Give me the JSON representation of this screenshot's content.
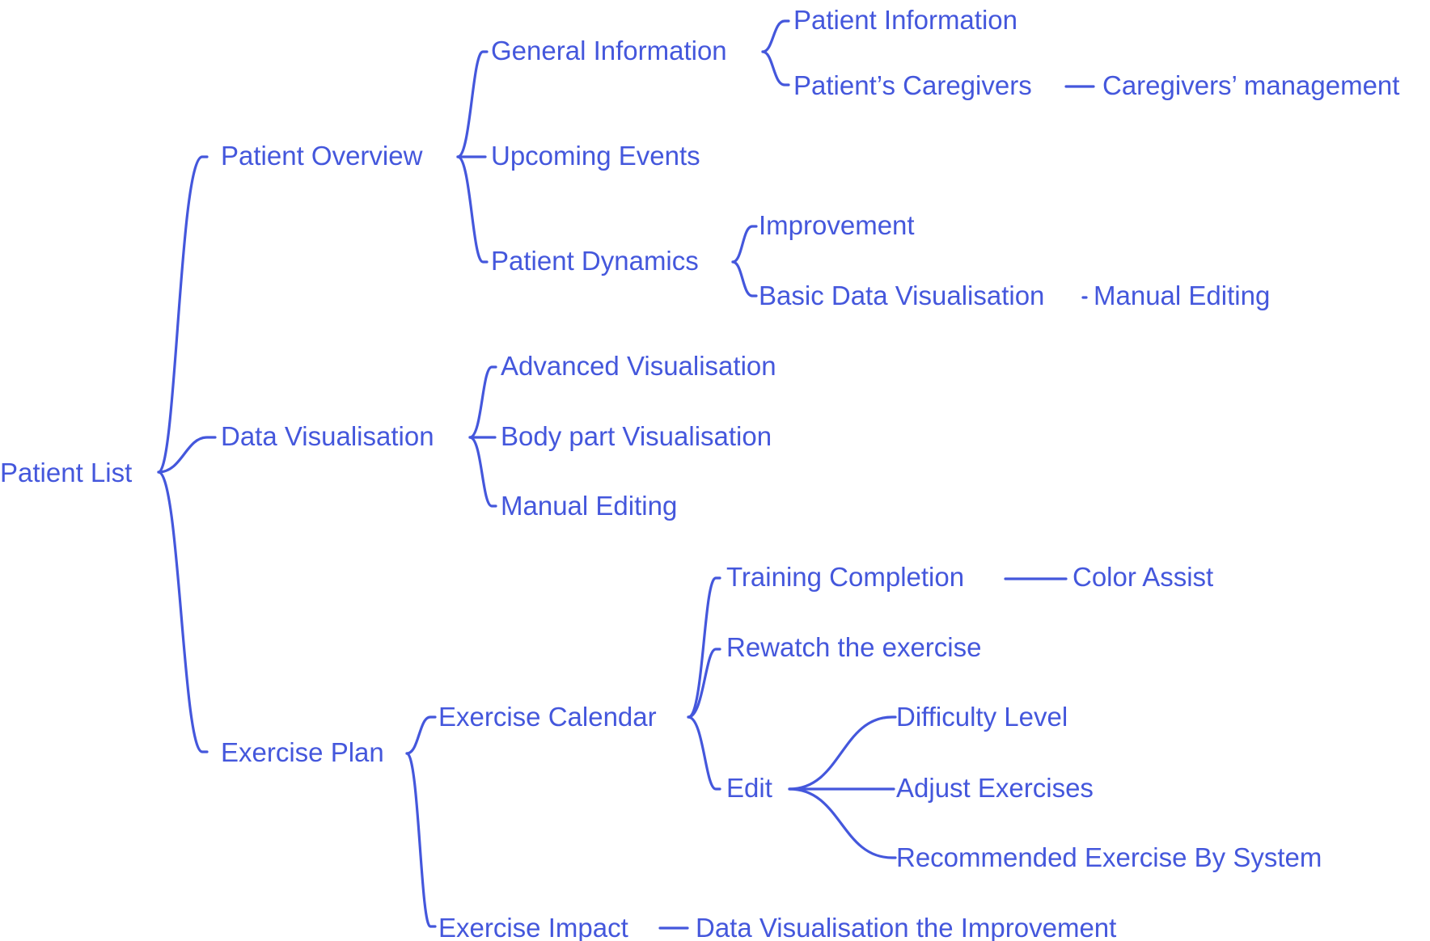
{
  "accent_color": "#4457DC",
  "background_color": "#FFFFFF",
  "nodes": {
    "patient_list": "Patient List",
    "patient_overview": "Patient Overview",
    "general_information": "General Information",
    "patient_information": "Patient Information",
    "patients_caregivers": "Patient’s Caregivers",
    "caregivers_management": "Caregivers’ management",
    "upcoming_events": "Upcoming Events",
    "patient_dynamics": "Patient Dynamics",
    "improvement": "Improvement",
    "basic_data_visualisation": "Basic Data Visualisation",
    "manual_editing_1": "Manual Editing",
    "data_visualisation": "Data Visualisation",
    "advanced_visualisation": "Advanced Visualisation",
    "body_part_visualisation": "Body part Visualisation",
    "manual_editing_2": "Manual Editing",
    "exercise_plan": "Exercise Plan",
    "exercise_calendar": "Exercise Calendar",
    "training_completion": "Training Completion",
    "color_assist": "Color Assist",
    "rewatch_exercise": "Rewatch the exercise",
    "edit": "Edit",
    "difficulty_level": "Difficulty Level",
    "adjust_exercises": "Adjust Exercises",
    "recommended_exercise": "Recommended Exercise By System",
    "exercise_impact": "Exercise Impact",
    "data_vis_improvement": "Data Visualisation the Improvement"
  }
}
